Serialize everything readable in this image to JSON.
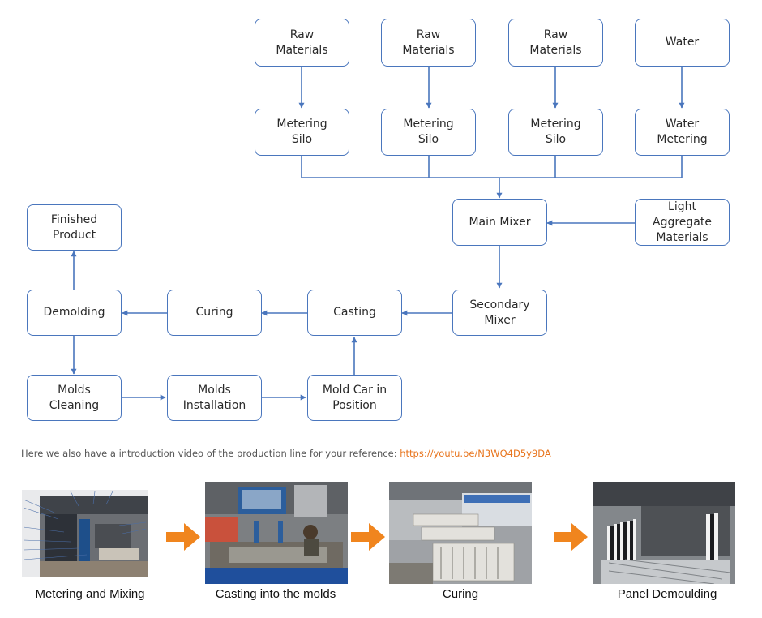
{
  "flowchart": {
    "nodes": {
      "raw1": "Raw\nMaterials",
      "raw2": "Raw\nMaterials",
      "raw3": "Raw\nMaterials",
      "water": "Water",
      "silo1": "Metering\nSilo",
      "silo2": "Metering\nSilo",
      "silo3": "Metering\nSilo",
      "water_metering": "Water\nMetering",
      "main_mixer": "Main Mixer",
      "light_aggregate": "Light\nAggregate\nMaterials",
      "finished_product": "Finished\nProduct",
      "demolding": "Demolding",
      "curing": "Curing",
      "casting": "Casting",
      "secondary_mixer": "Secondary\nMixer",
      "molds_cleaning": "Molds\nCleaning",
      "molds_installation": "Molds\nInstallation",
      "mold_car": "Mold Car in\nPosition"
    }
  },
  "intro": {
    "text": "Here we also have a introduction video of the production line for your reference: ",
    "link": "https://youtu.be/N3WQ4D5y9DA"
  },
  "process_photos": [
    {
      "caption": "Metering and Mixing"
    },
    {
      "caption": "Casting into the molds"
    },
    {
      "caption": "Curing"
    },
    {
      "caption": "Panel Demoulding"
    }
  ],
  "colors": {
    "box_border": "#4a76bd",
    "connector": "#4a76bd",
    "link": "#e8741c",
    "step_arrow": "#f0851e"
  }
}
